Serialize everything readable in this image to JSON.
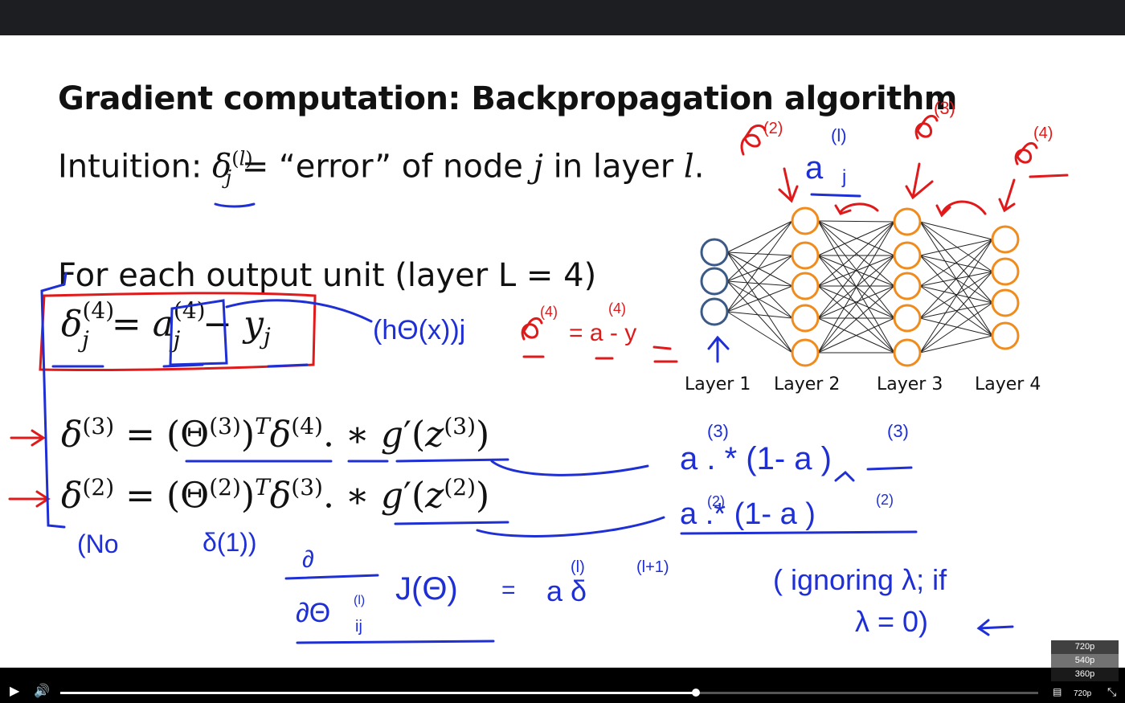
{
  "slide": {
    "title": "Gradient computation: Backpropagation algorithm",
    "intuition_prefix": "Intuition: ",
    "intuition_suffix": " = “error” of node ",
    "intuition_j": "j",
    "intuition_in_layer": " in layer ",
    "intuition_l": "l",
    "intuition_end": ".",
    "for_each": "For each output unit (layer L = 4)",
    "layers": [
      "Layer 1",
      "Layer 2",
      "Layer 3",
      "Layer 4"
    ]
  },
  "player": {
    "quality_options": [
      "720p",
      "540p",
      "360p"
    ],
    "selected_quality": "540p",
    "current_quality": "720p",
    "progress_fraction": 0.65
  },
  "colors": {
    "ink_red": "#e0191b",
    "ink_blue": "#1f2fd6",
    "node_orange": "#f08c1e",
    "node_blue": "#3c5a86"
  },
  "icons": [
    "play-icon",
    "volume-icon",
    "subtitles-icon",
    "exit-fullscreen-icon"
  ]
}
